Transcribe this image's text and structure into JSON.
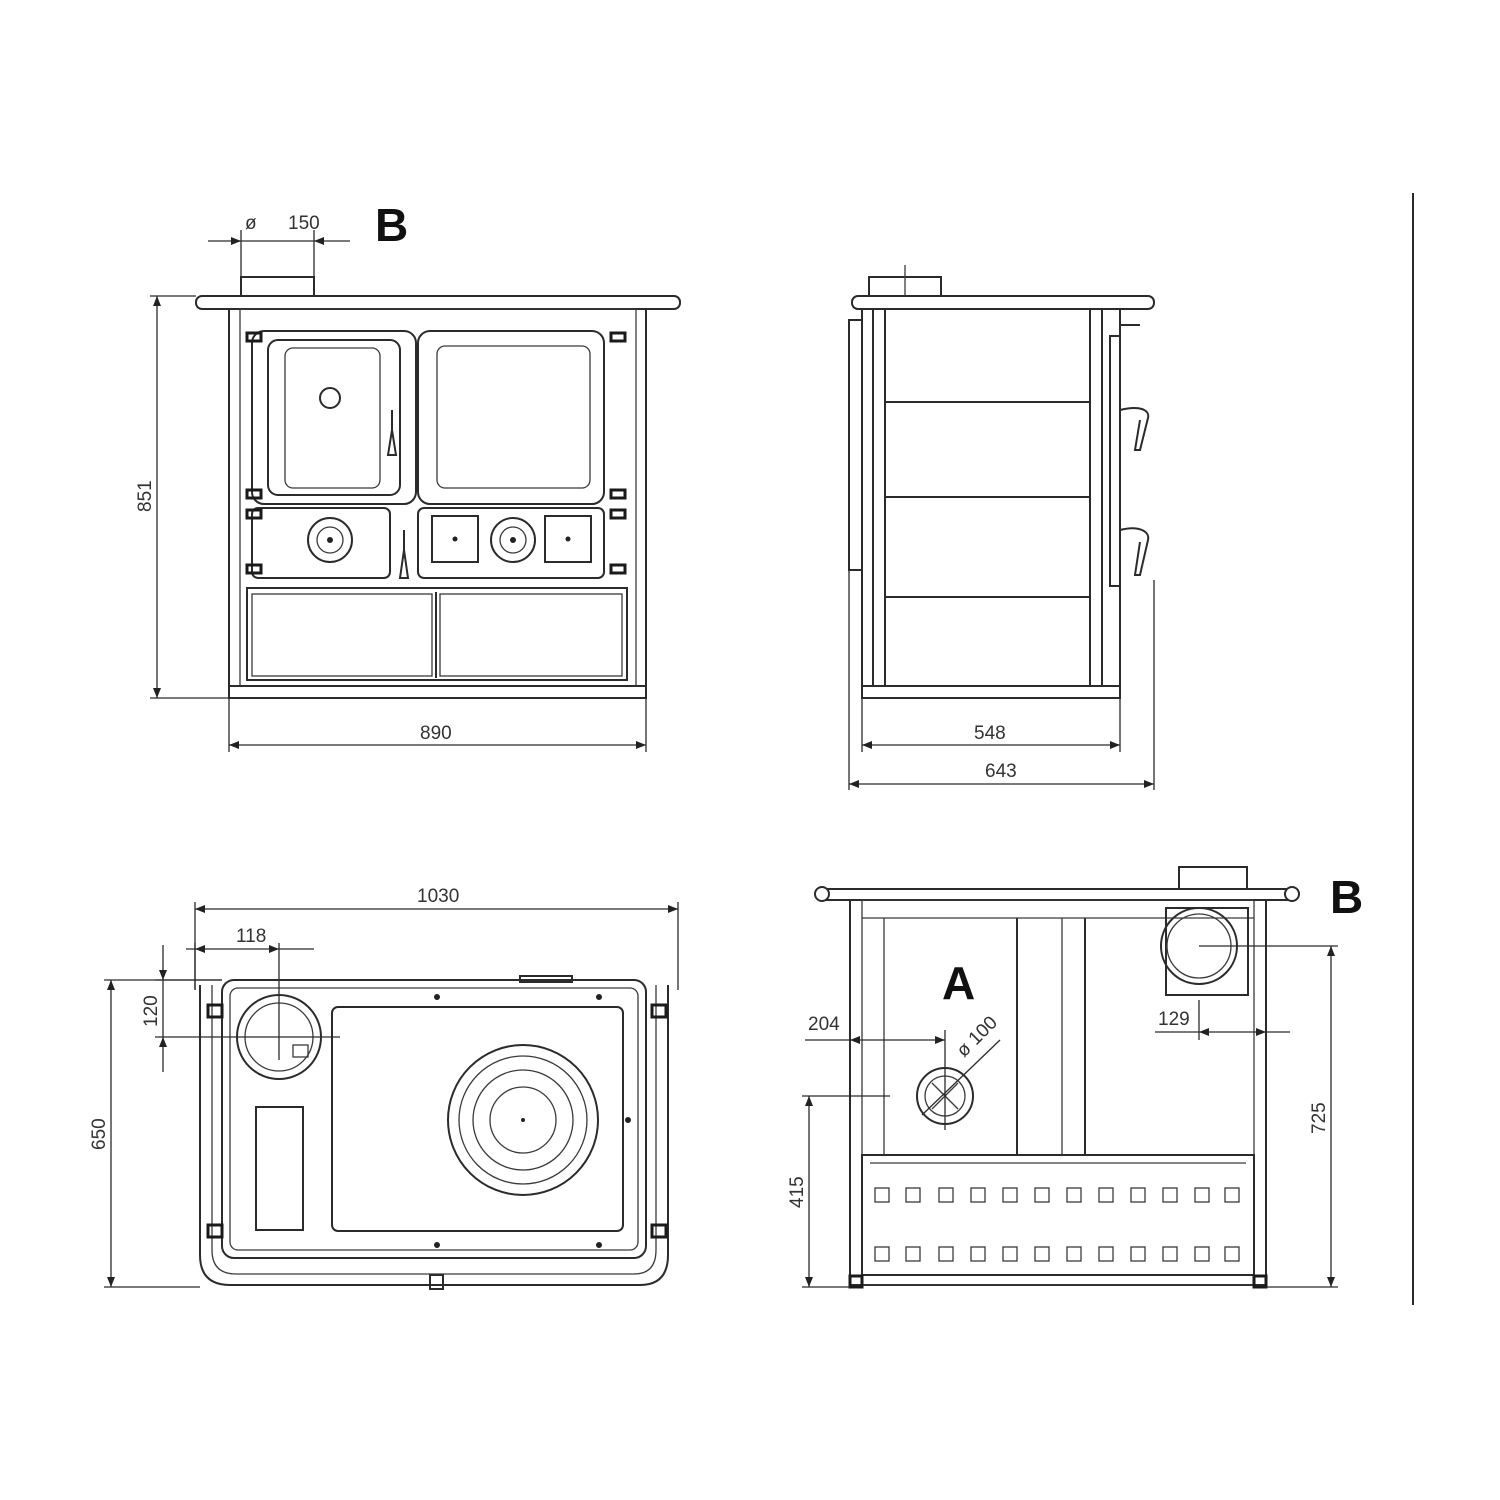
{
  "colors": {
    "line": "#2b2b2b",
    "background": "#ffffff"
  },
  "views": {
    "front": {
      "dim_diameter_symbol": "ø",
      "dim_flue": "150",
      "label_b": "B",
      "dim_height": "851",
      "dim_width": "890"
    },
    "side": {
      "dim_depth_body": "548",
      "dim_depth_total": "643"
    },
    "top": {
      "dim_width_total": "1030",
      "dim_flue_x": "118",
      "dim_flue_y": "120",
      "dim_depth": "650"
    },
    "rear": {
      "label_a": "A",
      "label_b": "B",
      "dim_a_x": "204",
      "dim_a_diameter": "ø 100",
      "dim_b_x": "129",
      "dim_b_height": "725",
      "dim_a_height": "415"
    }
  }
}
